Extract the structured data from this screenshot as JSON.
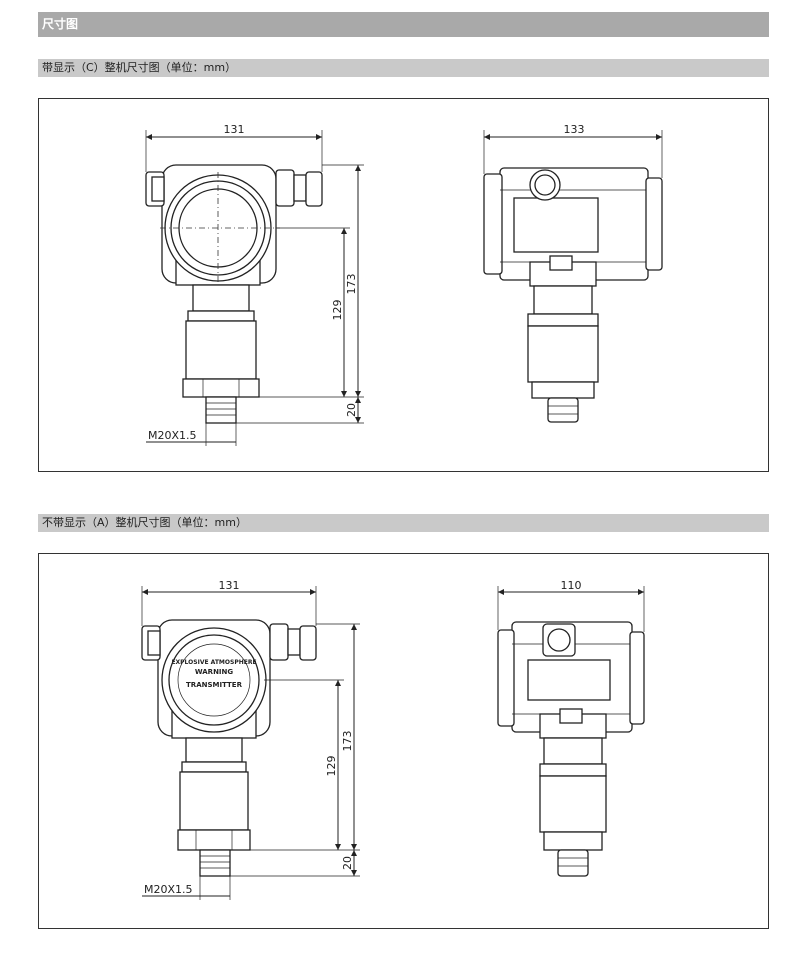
{
  "section_title": "尺寸图",
  "diagram1": {
    "caption": "带显示（C）整机尺寸图（单位：mm）",
    "front": {
      "width": "131",
      "height_total": "173",
      "height_body": "129",
      "height_fitting": "20",
      "thread": "M20X1.5"
    },
    "side": {
      "width": "133"
    }
  },
  "diagram2": {
    "caption": "不带显示（A）整机尺寸图（单位：mm）",
    "front": {
      "width": "131",
      "height_total": "173",
      "height_body": "129",
      "height_fitting": "20",
      "thread": "M20X1.5"
    },
    "side": {
      "width": "110"
    },
    "cover_text": {
      "line1": "EXPLOSIVE ATMOSPHERE",
      "line2": "WARNING",
      "line3": "TRANSMITTER"
    }
  }
}
